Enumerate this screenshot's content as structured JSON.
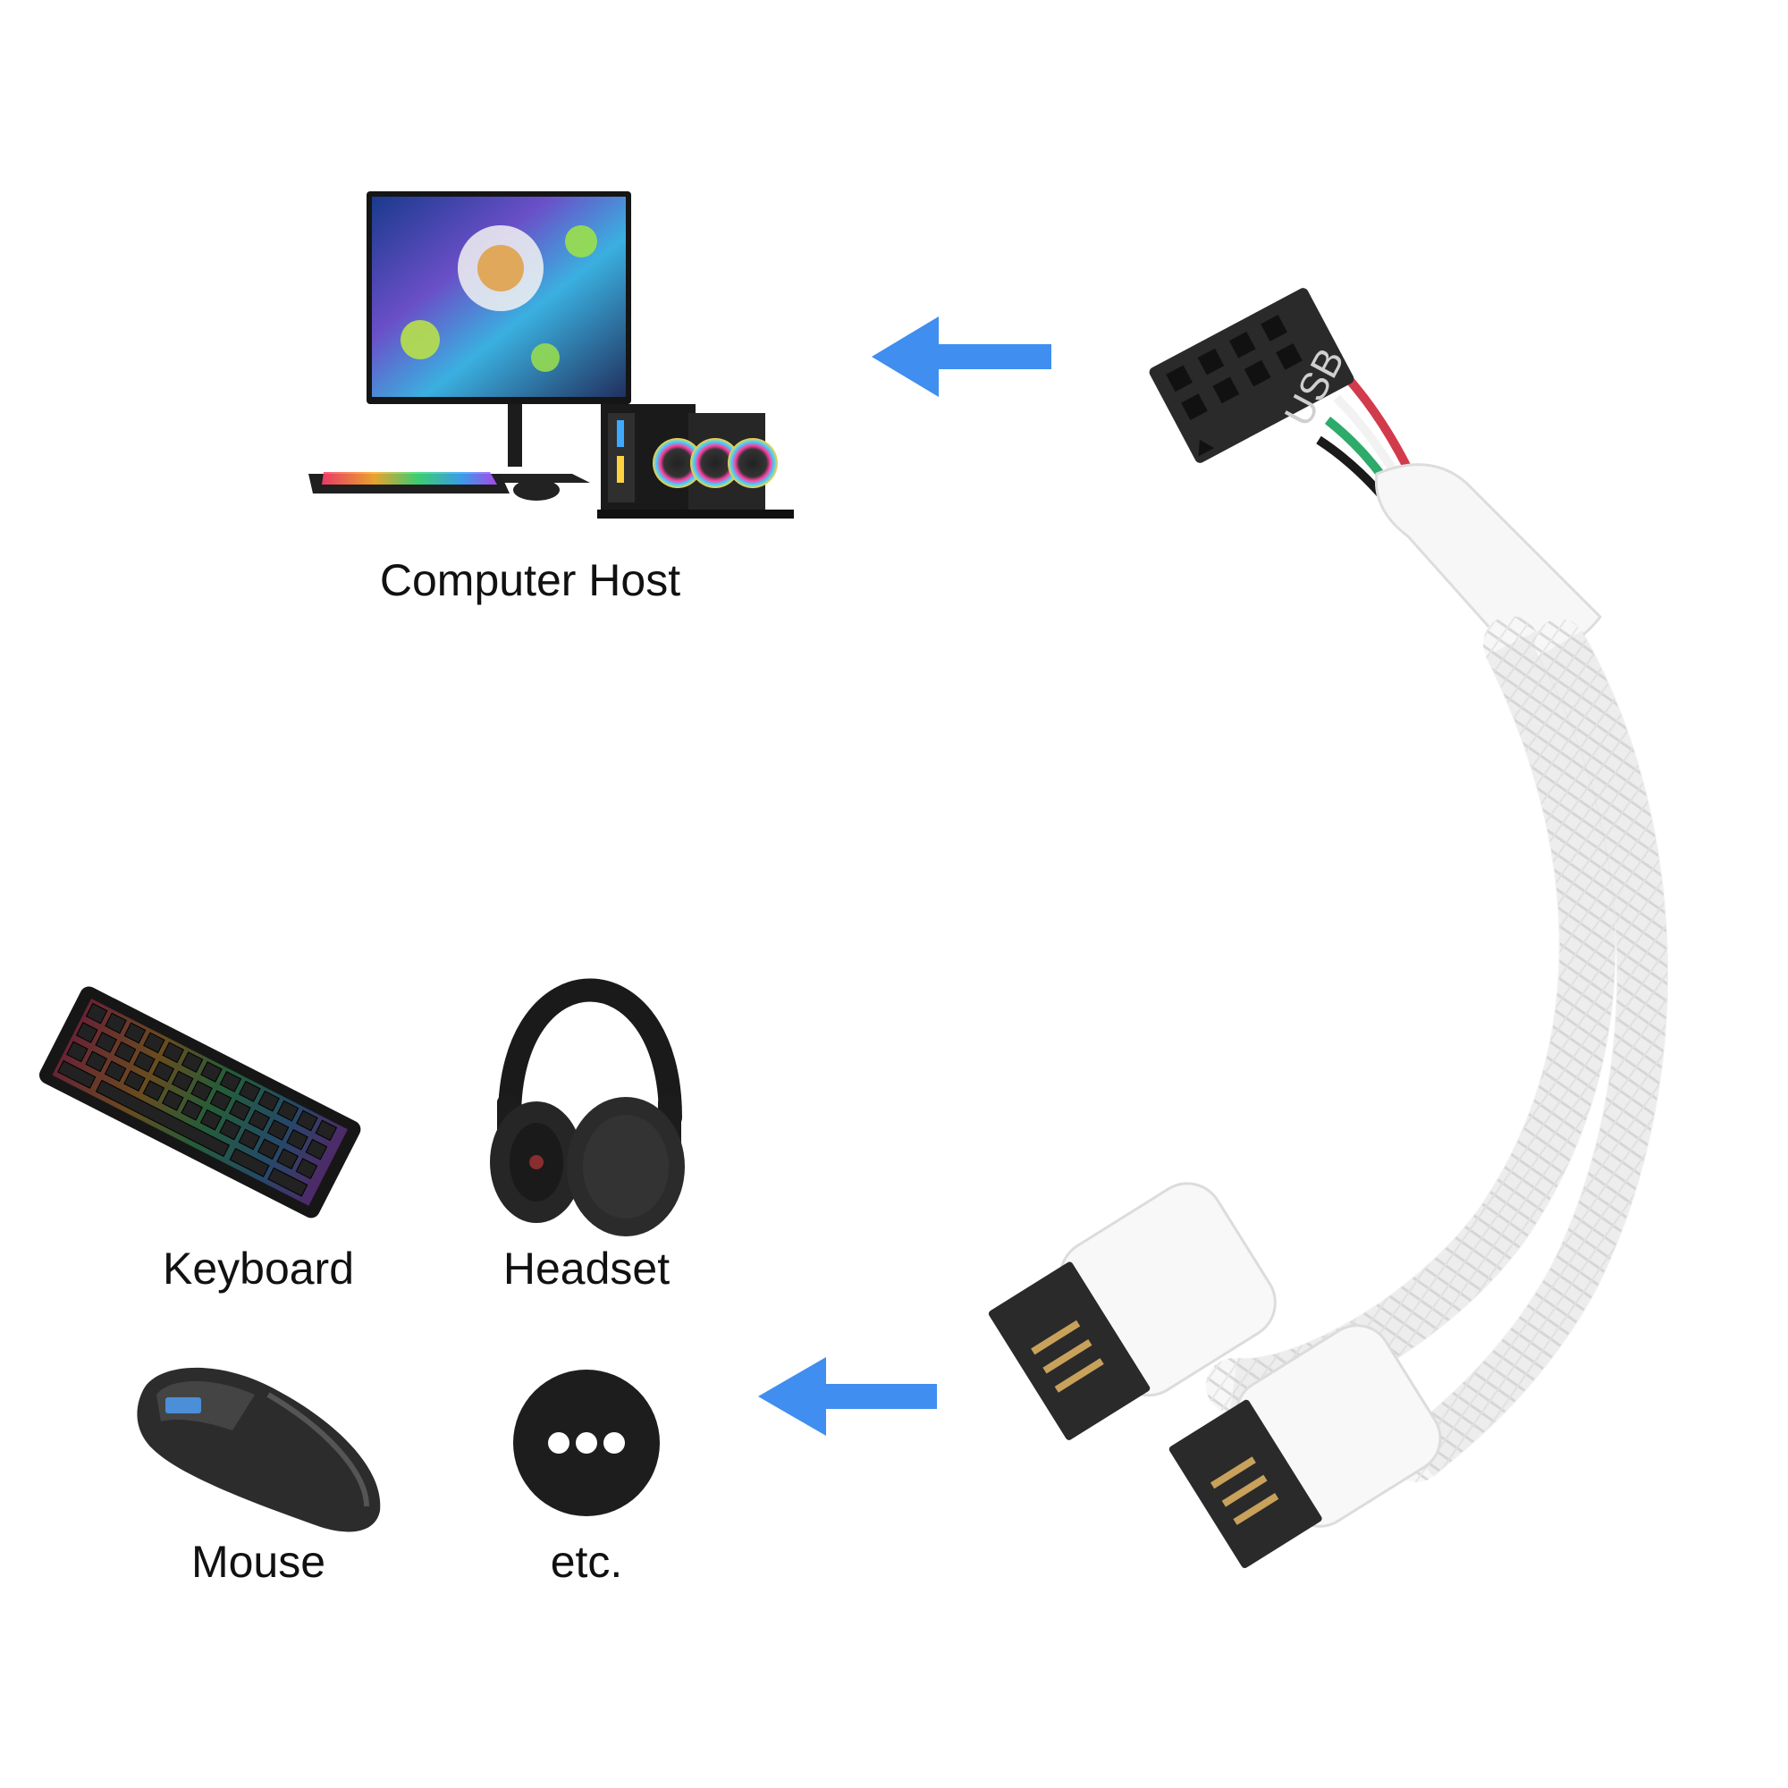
{
  "labels": {
    "computer_host": "Computer Host",
    "keyboard": "Keyboard",
    "headset": "Headset",
    "mouse": "Mouse",
    "etc": "etc."
  },
  "connector": {
    "header_text": "USB"
  },
  "icons": {
    "computer_host": "desktop-computer-icon",
    "keyboard": "keyboard-icon",
    "headset": "headset-icon",
    "mouse": "mouse-icon",
    "etc": "more-dots-icon",
    "arrow_top": "arrow-left-icon",
    "arrow_bottom": "arrow-left-icon"
  },
  "colors": {
    "arrow": "#3f8ef0",
    "connector": "#2a2a2a",
    "cable": "#f4f4f4",
    "text": "#111111"
  }
}
